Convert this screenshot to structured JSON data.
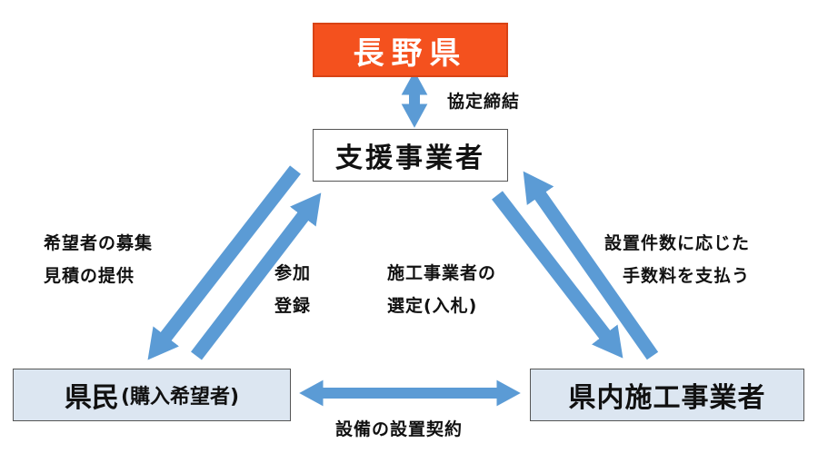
{
  "nodes": {
    "prefecture": "長野県",
    "support_operator": "支援事業者",
    "residents_main": "県民",
    "residents_sub": "(購入希望者)",
    "contractors": "県内施工事業者"
  },
  "labels": {
    "agreement": "協定締結",
    "recruit_line1": "希望者の募集",
    "recruit_line2": "見積の提供",
    "participate_line1": "参加",
    "participate_line2": "登録",
    "select_line1": "施工事業者の",
    "select_line2": "選定(入札)",
    "fee_line1": "設置件数に応じた",
    "fee_line2": "手数料を支払う",
    "contract": "設備の設置契約"
  },
  "colors": {
    "prefecture_fill": "#f4511e",
    "arrow": "#5b9bd5",
    "node_fill": "#dce6f1"
  }
}
